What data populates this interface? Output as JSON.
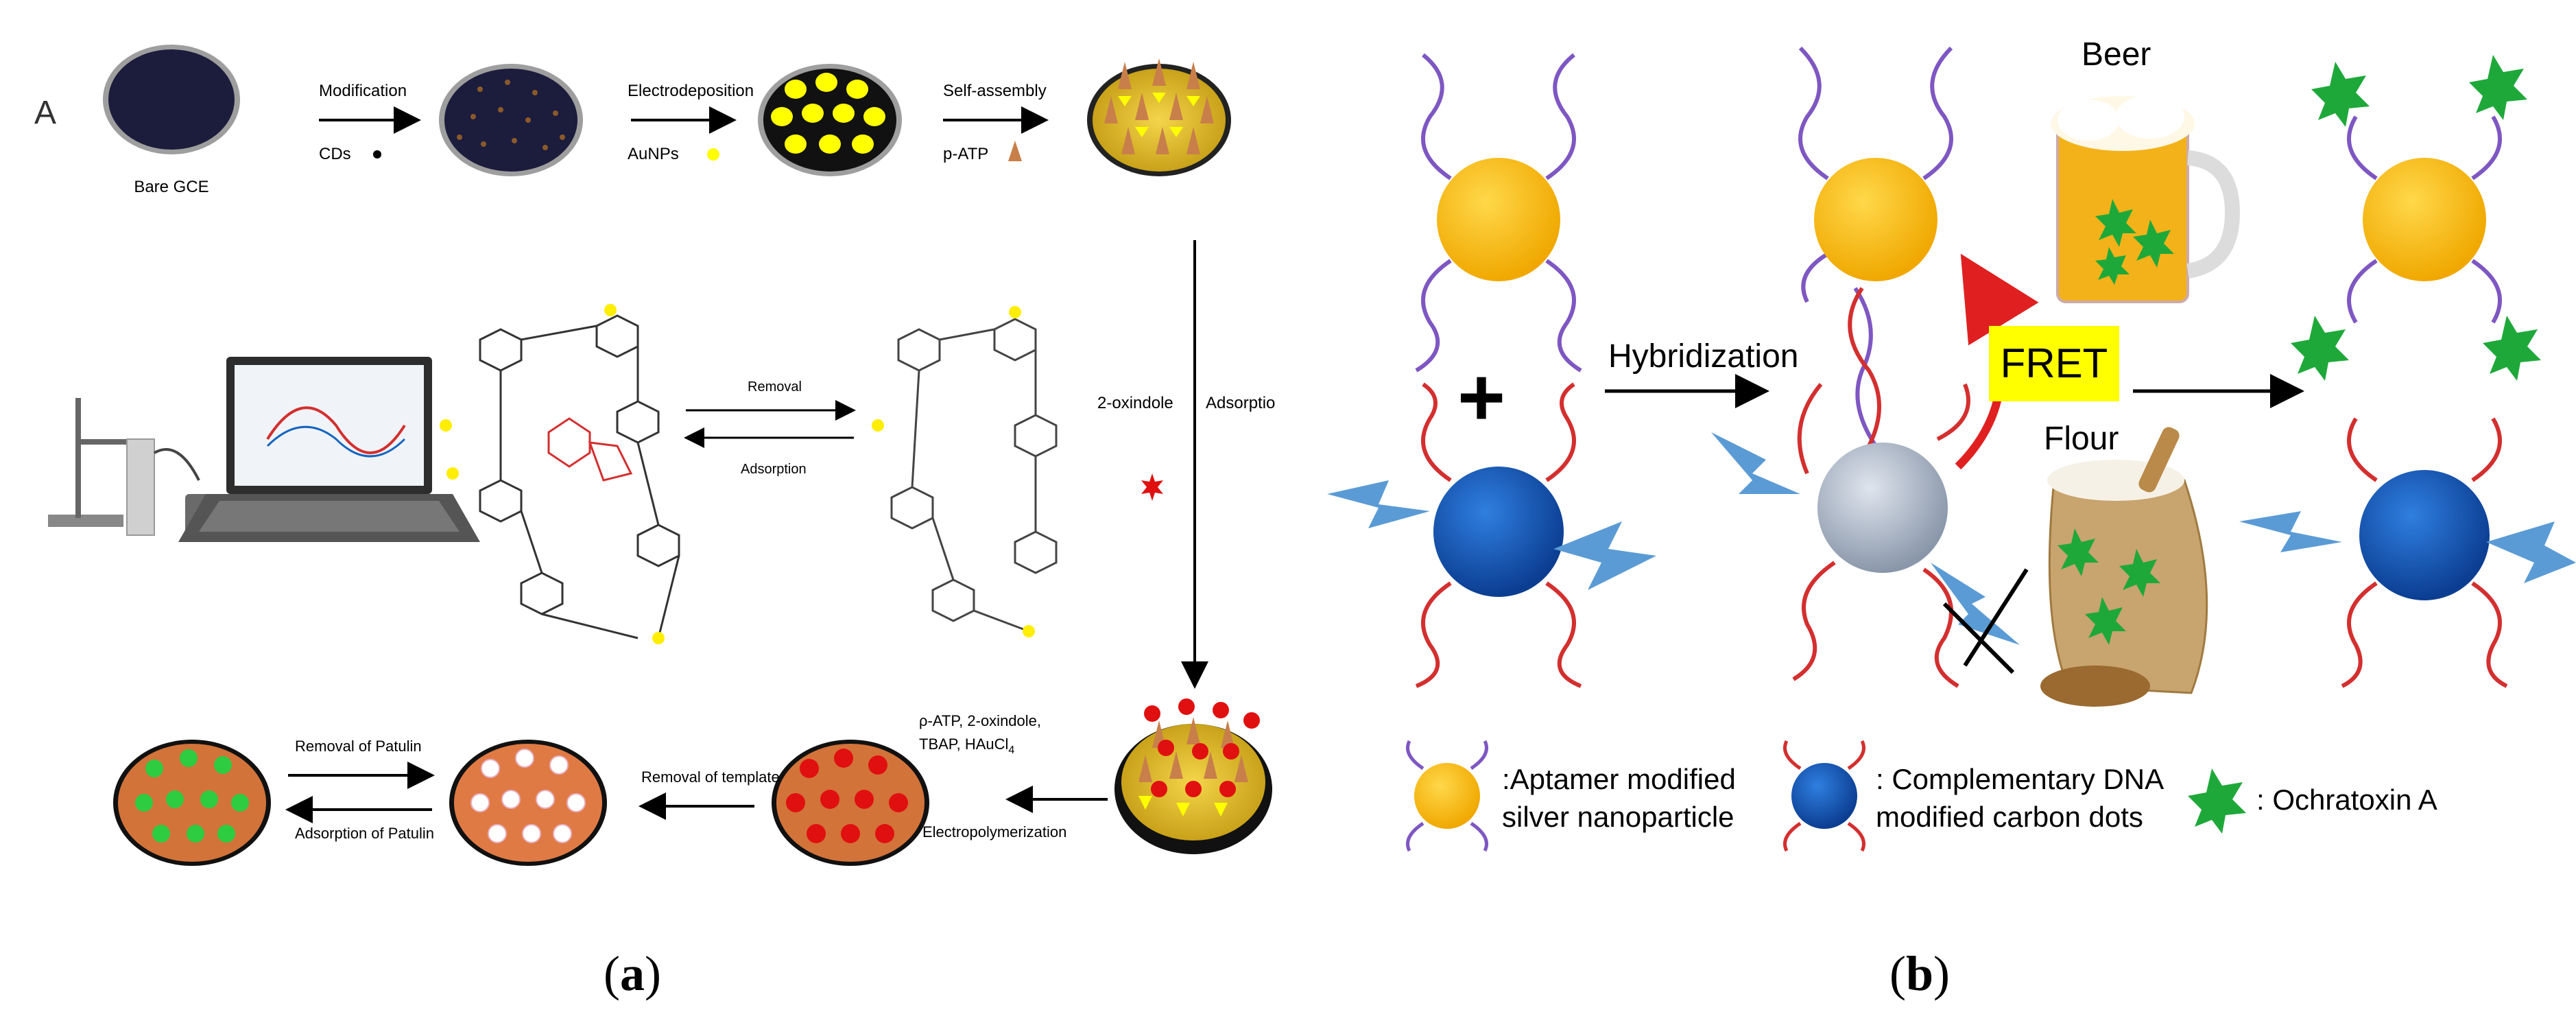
{
  "panel_a": {
    "tag": "A",
    "labels": {
      "bare_gce": "Bare GCE",
      "modification": "Modification",
      "cds": "CDs",
      "electrodeposition": "Electrodeposition",
      "aunps": "AuNPs",
      "self_assembly": "Self-assembly",
      "p_atp": "p-ATP",
      "removal": "Removal",
      "adsorption": "Adsorption",
      "two_oxindole": "2-oxindole",
      "adsorption_cut": "Adsorptio",
      "reagents_line1": "ρ-ATP, 2-oxindole,",
      "reagents_line2": "TBAP, HAuCl",
      "reagents_sub": "4",
      "electropolymerization": "Electropolymerization",
      "removal_template": "Removal of template",
      "removal_patulin": "Removal of Patulin",
      "adsorption_patulin": "Adsorption of Patulin"
    }
  },
  "panel_b": {
    "labels": {
      "beer": "Beer",
      "flour": "Flour",
      "hybridization": "Hybridization",
      "fret": "FRET",
      "plus": "+",
      "legend_ag_1": ":Aptamer modified",
      "legend_ag_2": "silver nanoparticle",
      "legend_cd_1": ": Complementary DNA",
      "legend_cd_2": "modified carbon dots",
      "legend_ota": ": Ochratoxin A"
    }
  },
  "captions": {
    "a": "a",
    "b": "b"
  },
  "colors": {
    "electrode_dark": "#1c1c3c",
    "gold_np": "#f5b400",
    "carbon_dot": "#1565c0",
    "quenched_dot": "#aab4c4",
    "toxin_green": "#1fa83a",
    "strand_purple": "#7e57c2",
    "strand_red": "#d32f2f",
    "fret_yellow": "#ffff00",
    "polymer_orange": "#d2733a",
    "lightning_blue": "#5b9bd5"
  }
}
